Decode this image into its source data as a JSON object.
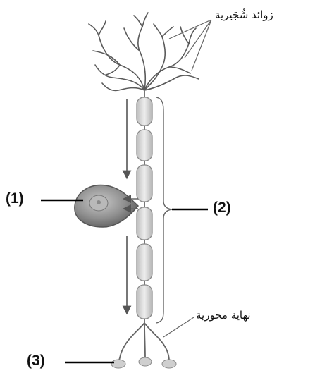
{
  "labels": {
    "dendrites": "زوائد شُجَيرية",
    "axon_terminal": "نهاية محورية",
    "label_1": "(1)",
    "label_2": "(2)",
    "label_3": "(3)"
  },
  "colors": {
    "background": "#ffffff",
    "nerve_line": "#555555",
    "soma_fill": "#9a9a9a",
    "myelin_fill": "#d9d9d9",
    "leader_line": "#000000"
  }
}
